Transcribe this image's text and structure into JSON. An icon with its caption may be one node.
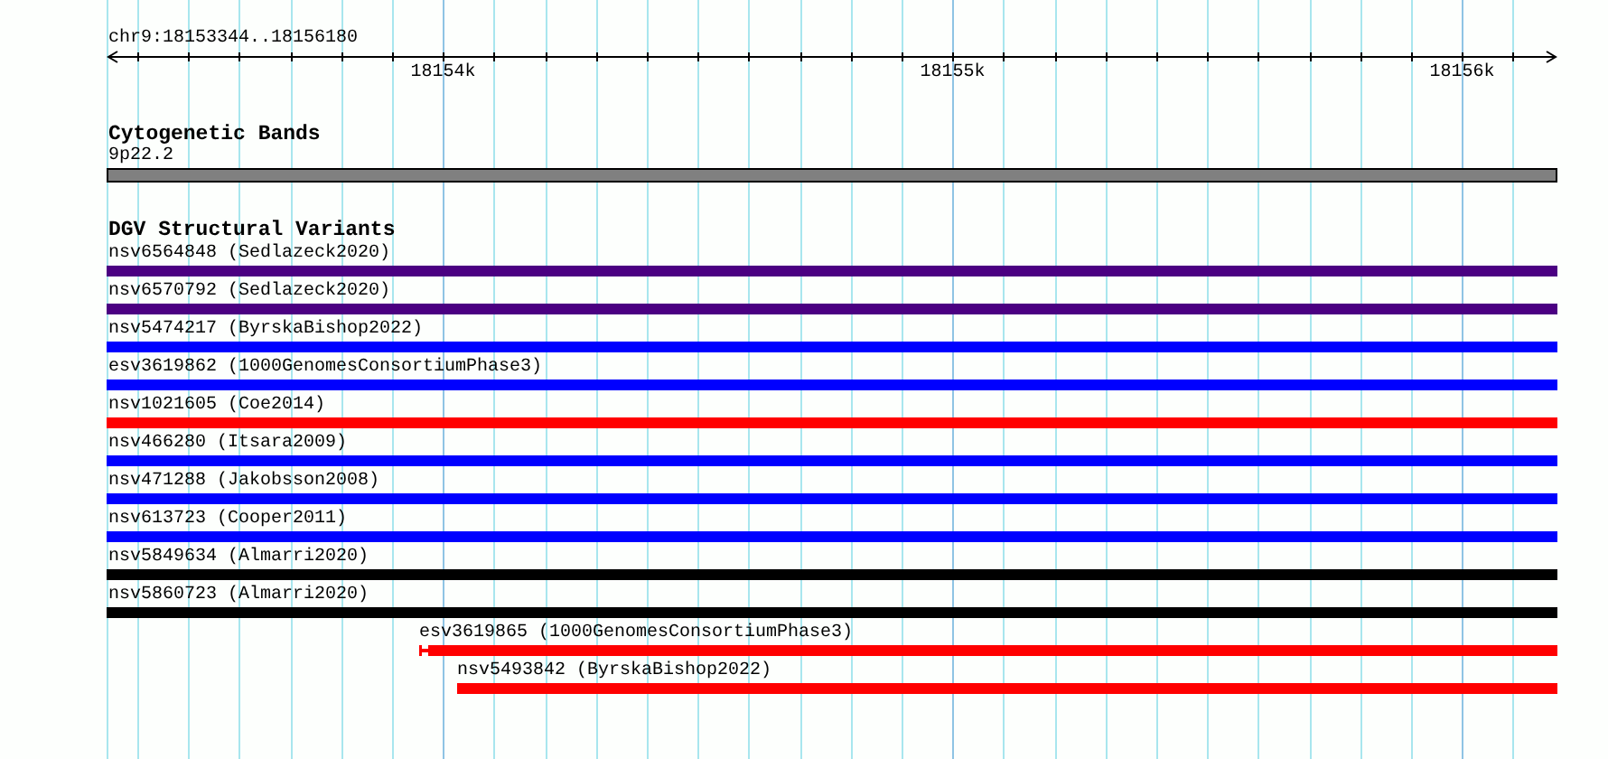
{
  "diagram": {
    "nodes": [
      {
        "text": [
          "9p22.2"
        ]
      },
      {
        "text": [
          "nsv6564848 (Sedlazeck2020)"
        ]
      },
      {
        "text": [
          "nsv6570792 (Sedlazeck2020)"
        ]
      },
      {
        "text": [
          "nsv5474217 (ByrskaBishop2022)"
        ]
      },
      {
        "text": [
          "esv3619862 (1000GenomesConsortiumPhase3)"
        ]
      },
      {
        "text": [
          "nsv1021605 (Coe2014)"
        ]
      },
      {
        "text": [
          "nsv466280 (Itsara2009)"
        ]
      },
      {
        "text": [
          "nsv471288 (Jakobsson2008)"
        ]
      },
      {
        "text": [
          "nsv613723 (Cooper2011)"
        ]
      },
      {
        "text": [
          "nsv5849634 (Almarri2020)"
        ]
      },
      {
        "text": [
          "nsv5860723 (Almarri2020)"
        ]
      },
      {
        "text": [
          "esv3619865 (1000GenomesConsortiumPhase3)"
        ]
      },
      {
        "text": [
          "nsv5493842 (ByrskaBishop2022)"
        ]
      }
    ],
    "labels": [
      "chr9:18153344..18156180",
      "18154k",
      "18155k",
      "18156k",
      "Cytogenetic Bands",
      "DGV Structural Variants"
    ]
  }
}
